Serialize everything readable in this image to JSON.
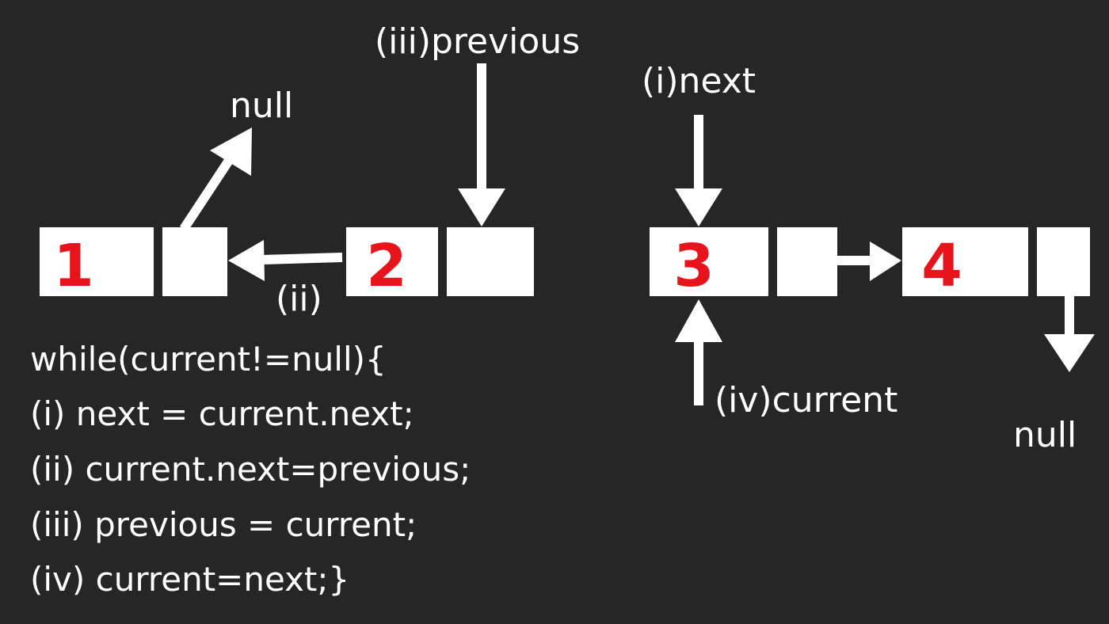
{
  "colors": {
    "background": "#262626",
    "node_fill": "#ffffff",
    "node_value": "#e8141c",
    "arrow": "#ffffff",
    "text": "#ffffff"
  },
  "nodes": [
    {
      "value": "1"
    },
    {
      "value": "2"
    },
    {
      "value": "3"
    },
    {
      "value": "4"
    }
  ],
  "labels": {
    "null_top": "null",
    "previous": "(iii)previous",
    "next": "(i)next",
    "step_ii": "(ii)",
    "current": "(iv)current",
    "null_bottom": "null"
  },
  "code_lines": [
    "while(current!=null){",
    "(i) next = current.next;",
    "(ii) current.next=previous;",
    "(iii) previous = current;",
    "(iv) current=next;}"
  ]
}
